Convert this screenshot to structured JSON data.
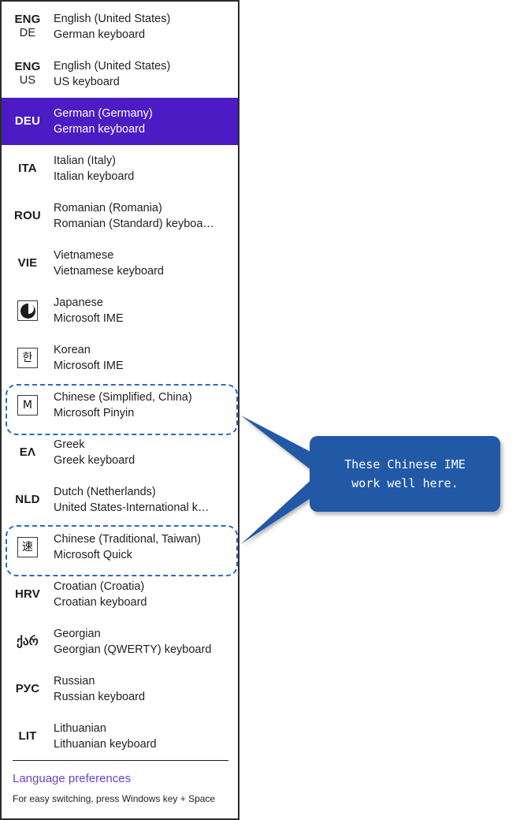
{
  "panel": {
    "name": "input-method-flyout",
    "selected_index": 2,
    "accent_selected_bg": "#4b1cc4",
    "items": [
      {
        "abbr": "ENG",
        "abbr_sub": "DE",
        "icon": null,
        "title": "English (United States)",
        "subtitle": "German keyboard"
      },
      {
        "abbr": "ENG",
        "abbr_sub": "US",
        "icon": null,
        "title": "English (United States)",
        "subtitle": "US keyboard"
      },
      {
        "abbr": "DEU",
        "abbr_sub": "",
        "icon": null,
        "title": "German (Germany)",
        "subtitle": "German keyboard"
      },
      {
        "abbr": "ITA",
        "abbr_sub": "",
        "icon": null,
        "title": "Italian (Italy)",
        "subtitle": "Italian keyboard"
      },
      {
        "abbr": "ROU",
        "abbr_sub": "",
        "icon": null,
        "title": "Romanian (Romania)",
        "subtitle": "Romanian (Standard) keyboa…"
      },
      {
        "abbr": "VIE",
        "abbr_sub": "",
        "icon": null,
        "title": "Vietnamese",
        "subtitle": "Vietnamese keyboard"
      },
      {
        "abbr": "",
        "abbr_sub": "",
        "icon": "japanese-ime-icon",
        "icon_glyph": "",
        "title": "Japanese",
        "subtitle": "Microsoft IME"
      },
      {
        "abbr": "",
        "abbr_sub": "",
        "icon": "korean-ime-icon",
        "icon_glyph": "한",
        "title": "Korean",
        "subtitle": "Microsoft IME"
      },
      {
        "abbr": "",
        "abbr_sub": "",
        "icon": "chinese-pinyin-ime-icon",
        "icon_glyph": "M",
        "title": "Chinese (Simplified, China)",
        "subtitle": "Microsoft Pinyin"
      },
      {
        "abbr": "ΕΛ",
        "abbr_sub": "",
        "icon": null,
        "title": "Greek",
        "subtitle": "Greek keyboard"
      },
      {
        "abbr": "NLD",
        "abbr_sub": "",
        "icon": null,
        "title": "Dutch (Netherlands)",
        "subtitle": "United States-International k…"
      },
      {
        "abbr": "",
        "abbr_sub": "",
        "icon": "chinese-quick-ime-icon",
        "icon_glyph": "速",
        "title": "Chinese (Traditional, Taiwan)",
        "subtitle": "Microsoft Quick"
      },
      {
        "abbr": "HRV",
        "abbr_sub": "",
        "icon": null,
        "title": "Croatian (Croatia)",
        "subtitle": "Croatian keyboard"
      },
      {
        "abbr": "ქარ",
        "abbr_sub": "",
        "icon": null,
        "title": "Georgian",
        "subtitle": "Georgian (QWERTY) keyboard"
      },
      {
        "abbr": "РУС",
        "abbr_sub": "",
        "icon": null,
        "title": "Russian",
        "subtitle": "Russian keyboard"
      },
      {
        "abbr": "LIT",
        "abbr_sub": "",
        "icon": null,
        "title": "Lithuanian",
        "subtitle": "Lithuanian keyboard"
      }
    ],
    "footer": {
      "link_label": "Language preferences",
      "link_color": "#6b42cf",
      "hint": "For easy switching, press Windows key + Space"
    }
  },
  "annotations": {
    "highlight_color": "#2a6bc0",
    "callout": {
      "text": "These Chinese IME\nwork well here.",
      "background": "#2259a6",
      "text_color": "#ffffff"
    },
    "dashed_boxes": [
      {
        "name": "highlight-chinese-simplified",
        "target": "Chinese (Simplified, China)"
      },
      {
        "name": "highlight-chinese-traditional",
        "target": "Chinese (Traditional, Taiwan)"
      }
    ]
  }
}
